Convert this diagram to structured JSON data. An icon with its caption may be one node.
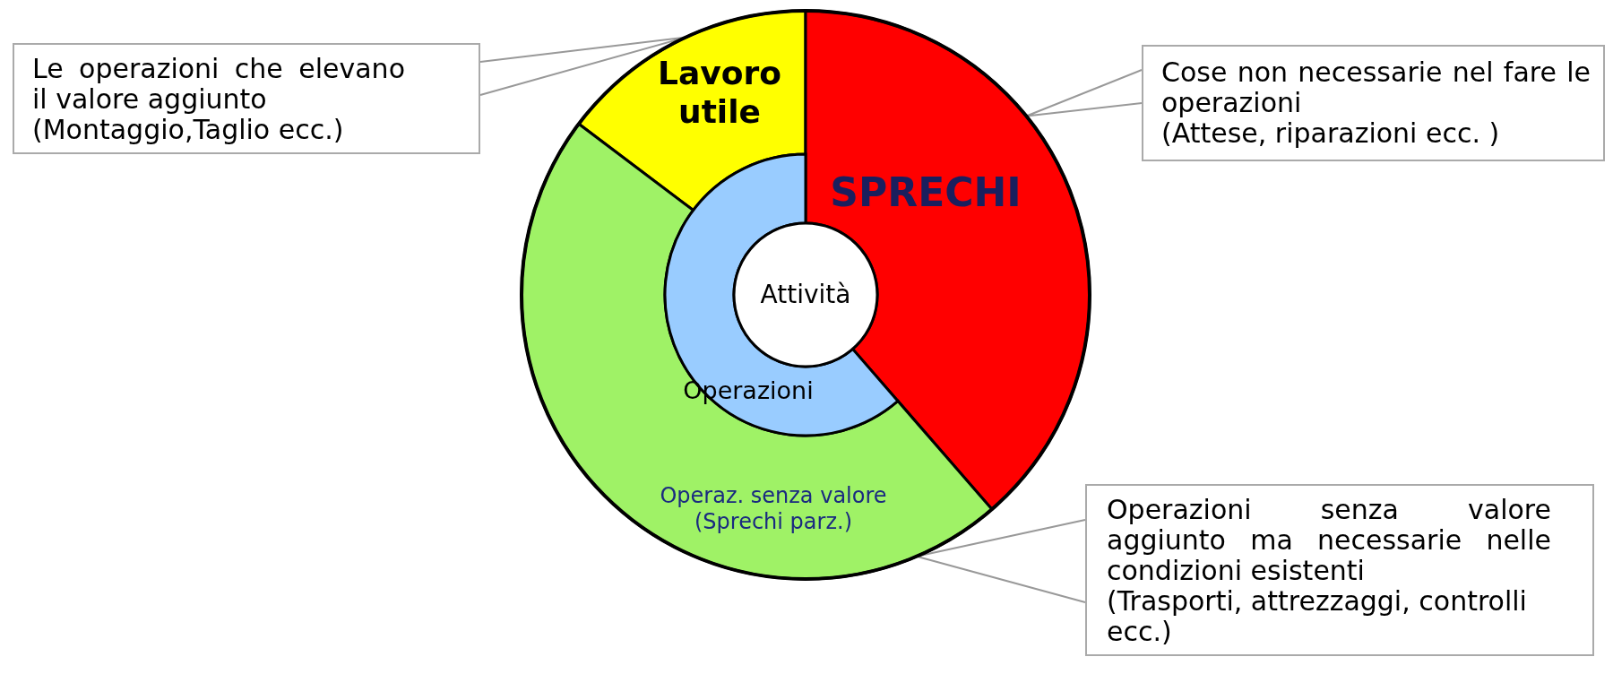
{
  "diagram": {
    "nodes": [
      {
        "text": [
          "Le operazioni che elevano il valore aggiunto",
          "(Montaggio,Taglio ecc.)"
        ]
      },
      {
        "text": [
          "Lavoro utile"
        ]
      },
      {
        "text": [
          "SPRECHI"
        ]
      },
      {
        "text": [
          "Cose non necessarie nel fare le operazioni",
          "(Attese, riparazioni ecc. )"
        ]
      },
      {
        "text": [
          "Operaz. senza valore (Sprechi parz.)"
        ]
      },
      {
        "text": [
          "Operazioni senza valore aggiunto ma necessarie nelle condizioni esistenti",
          "(Trasporti, attrezzaggi, controlli ecc.)"
        ]
      },
      {
        "text": [
          "Operazioni"
        ]
      },
      {
        "text": [
          "Attività"
        ]
      }
    ],
    "edges": [
      {
        "from": 0,
        "to": 1,
        "arrow": "none"
      },
      {
        "from": 3,
        "to": 2,
        "arrow": "none"
      },
      {
        "from": 5,
        "to": 4,
        "arrow": "none"
      }
    ]
  }
}
